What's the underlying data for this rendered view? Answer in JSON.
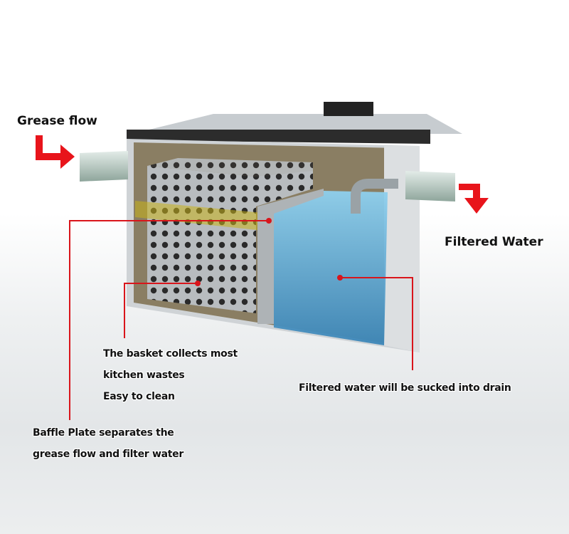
{
  "labels": {
    "grease_flow": "Grease flow",
    "filtered_water": "Filtered Water",
    "basket_line1": "The basket collects most",
    "basket_line2": "kitchen wastes",
    "basket_line3": "Easy to clean",
    "drain": "Filtered water will be sucked into drain",
    "baffle_line1": "Baffle Plate separates the",
    "baffle_line2": "grease flow and filter water"
  },
  "colors": {
    "arrow": "#e8141b",
    "leader": "#d9151b",
    "water": "#5aa8d4",
    "grease": "#c9b21a"
  }
}
